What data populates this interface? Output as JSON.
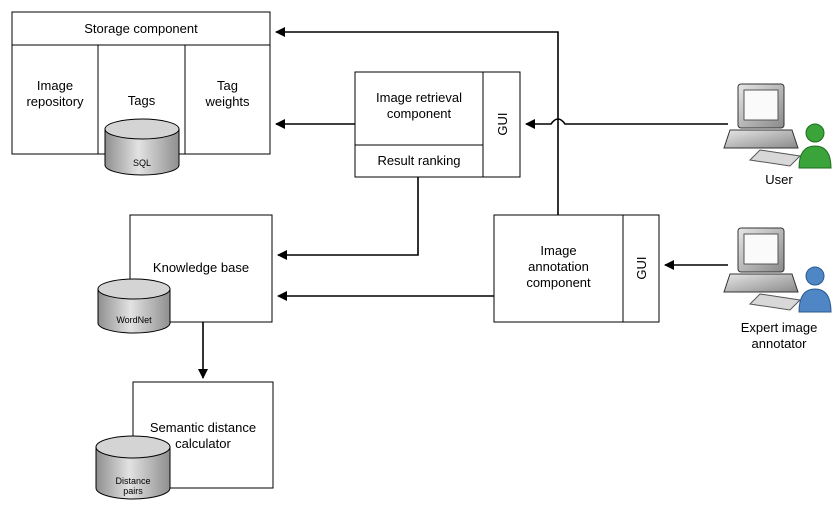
{
  "storage": {
    "title": "Storage component",
    "image_repository": "Image\nrepository",
    "tags": "Tags",
    "tag_weights": "Tag\nweights",
    "sql": "SQL"
  },
  "retrieval": {
    "title": "Image retrieval\ncomponent",
    "result_ranking": "Result ranking",
    "gui": "GUI"
  },
  "knowledge_base": {
    "title": "Knowledge base",
    "wordnet": "WordNet"
  },
  "annotation": {
    "title": "Image\nannotation\ncomponent",
    "gui": "GUI"
  },
  "semantic": {
    "title": "Semantic distance\ncalculator",
    "distance_pairs": "Distance\npairs"
  },
  "actors": {
    "user": "User",
    "expert": "Expert image\nannotator"
  },
  "colors": {
    "line": "#000000",
    "db_fill": "#c8c8c8",
    "user_icon": "#3aa33a",
    "expert_icon": "#4f86c6"
  }
}
